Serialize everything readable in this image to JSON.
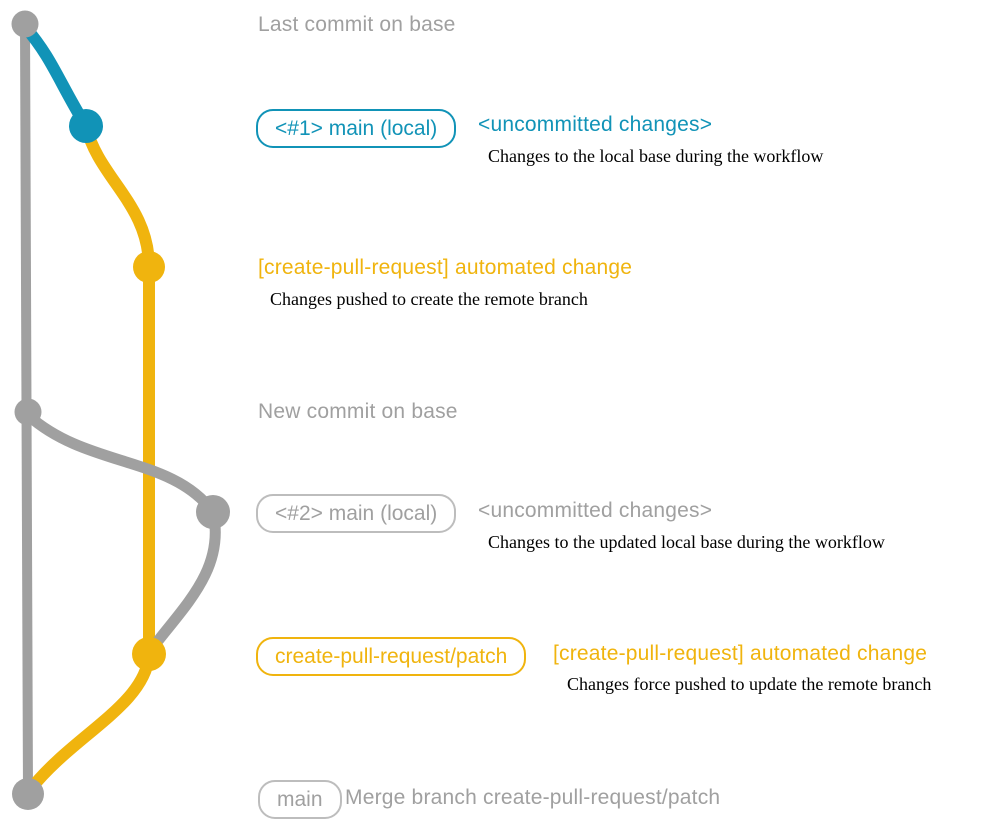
{
  "colors": {
    "gray": "#a0a0a0",
    "blue": "#1193b7",
    "yellow": "#f0b40e",
    "text_black": "#000000"
  },
  "graph": {
    "branch_line_icons": [
      "base-branch-line",
      "local-main-branch-curve",
      "pull-request-branch-line",
      "updated-base-rebase-curve",
      "merge-back-curve"
    ],
    "commit_node_icons": [
      "commit-node-last-base",
      "commit-node-local-main-1",
      "commit-node-automated-change-1",
      "commit-node-new-base",
      "commit-node-local-main-2",
      "commit-node-automated-change-2",
      "commit-node-merge"
    ]
  },
  "rows": {
    "row1": {
      "label": "Last commit on base"
    },
    "row2": {
      "badge": "<#1> main (local)",
      "heading": "<uncommitted changes>",
      "note": "Changes to the local base during the workflow"
    },
    "row3": {
      "heading": "[create-pull-request] automated change",
      "note": "Changes pushed to create the remote branch"
    },
    "row4": {
      "label": "New commit on base"
    },
    "row5": {
      "badge": "<#2> main (local)",
      "heading": "<uncommitted changes>",
      "note": "Changes to the updated local base during the workflow"
    },
    "row6": {
      "badge": "create-pull-request/patch",
      "heading": "[create-pull-request] automated change",
      "note": "Changes force pushed to update the remote branch"
    },
    "row7": {
      "badge": "main",
      "label": "Merge branch create-pull-request/patch"
    }
  }
}
